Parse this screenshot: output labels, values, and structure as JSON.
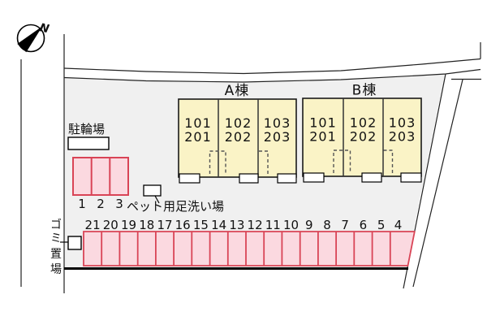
{
  "colors": {
    "site_fill": "#f0f0f0",
    "building_fill": "#faf3c6",
    "stall_fill": "#fbd9e0",
    "stall_border": "#d94456",
    "line": "#222222"
  },
  "compass": {
    "label": "N"
  },
  "labels": {
    "bicycle_parking": "駐輪場",
    "pet_wash": "ペット用足洗い場",
    "garbage_chars": [
      "ゴ",
      "ミ",
      "置",
      "場"
    ]
  },
  "buildings": [
    {
      "name": "A棟",
      "units": [
        {
          "upper": "101",
          "lower": "201"
        },
        {
          "upper": "102",
          "lower": "202"
        },
        {
          "upper": "103",
          "lower": "203"
        }
      ]
    },
    {
      "name": "B棟",
      "units": [
        {
          "upper": "101",
          "lower": "201"
        },
        {
          "upper": "102",
          "lower": "202"
        },
        {
          "upper": "103",
          "lower": "203"
        }
      ]
    }
  ],
  "bike_stalls": [
    "1",
    "2",
    "3"
  ],
  "parking_row": [
    "21",
    "20",
    "19",
    "18",
    "17",
    "16",
    "15",
    "14",
    "13",
    "12",
    "11",
    "10",
    "9",
    "8",
    "7",
    "6",
    "5",
    "4"
  ]
}
